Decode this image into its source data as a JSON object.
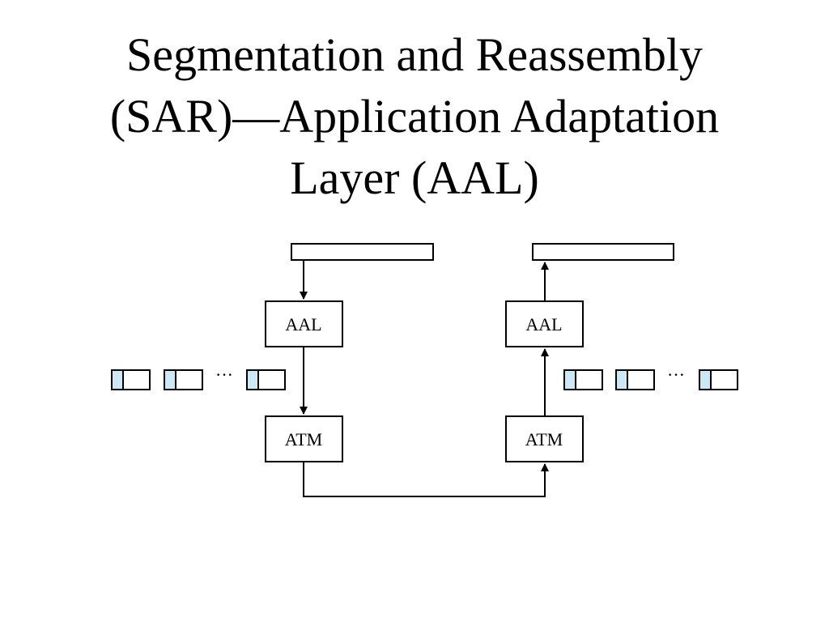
{
  "title": {
    "lines": [
      "Segmentation and Reassembly",
      "(SAR)—Application Adaptation",
      "Layer (AAL)"
    ]
  },
  "diagram": {
    "sender": {
      "aal_label": "AAL",
      "atm_label": "ATM"
    },
    "receiver": {
      "aal_label": "AAL",
      "atm_label": "ATM"
    },
    "ellipsis": "···",
    "colors": {
      "cell_header": "#cce8f4",
      "stroke": "#000000"
    }
  }
}
